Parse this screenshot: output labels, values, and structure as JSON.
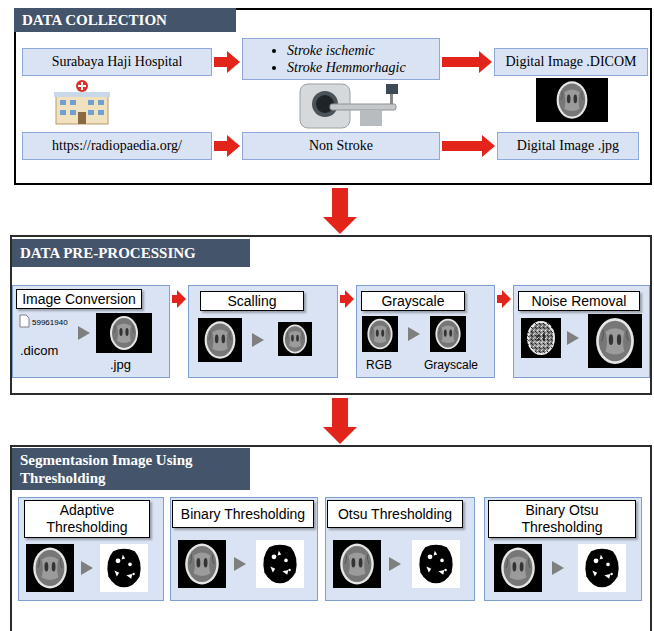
{
  "diagram": {
    "nodes": [
      {
        "text": [
          "DATA COLLECTION"
        ]
      },
      {
        "text": [
          "Surabaya Haji Hospital"
        ],
        "in": 0
      },
      {
        "text": [
          "Stroke ischemic",
          "Stroke Hemmorhagic"
        ],
        "in": 0
      },
      {
        "text": [
          "Digital Image .DICOM"
        ],
        "in": 0
      },
      {
        "text": [
          "https://radiopaedia.org/"
        ],
        "in": 0
      },
      {
        "text": [
          "Non Stroke"
        ],
        "in": 0
      },
      {
        "text": [
          "Digital Image .jpg"
        ],
        "in": 0
      },
      {
        "text": [
          "DATA PRE-PROCESSING"
        ]
      },
      {
        "text": [
          "Image Conversion",
          "59961940",
          ".dicom",
          ".jpg"
        ],
        "in": 7
      },
      {
        "text": [
          "Scalling"
        ],
        "in": 7
      },
      {
        "text": [
          "Grayscale",
          "RGB",
          "Grayscale"
        ],
        "in": 7
      },
      {
        "text": [
          "Noise Removal"
        ],
        "in": 7
      },
      {
        "text": [
          "Segmentasion Image Using Thresholding"
        ]
      },
      {
        "text": [
          "Adaptive Thresholding"
        ],
        "in": 12
      },
      {
        "text": [
          "Binary Thresholding"
        ],
        "in": 12
      },
      {
        "text": [
          "Otsu Thresholding"
        ],
        "in": 12
      },
      {
        "text": [
          "Binary Otsu Thresholding"
        ],
        "in": 12
      }
    ],
    "edges": [
      {
        "from": 1,
        "to": 2,
        "arrow": "to"
      },
      {
        "from": 2,
        "to": 3,
        "arrow": "to"
      },
      {
        "from": 4,
        "to": 5,
        "arrow": "to"
      },
      {
        "from": 5,
        "to": 6,
        "arrow": "to"
      },
      {
        "from": 0,
        "to": 7,
        "arrow": "to"
      },
      {
        "from": 8,
        "to": 9,
        "arrow": "to"
      },
      {
        "from": 9,
        "to": 10,
        "arrow": "to"
      },
      {
        "from": 10,
        "to": 11,
        "arrow": "to"
      },
      {
        "from": 7,
        "to": 12,
        "arrow": "to"
      }
    ]
  }
}
